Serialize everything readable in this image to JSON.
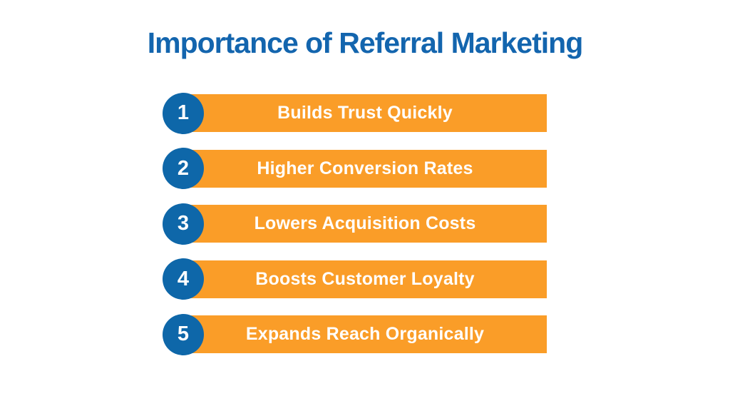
{
  "page": {
    "background_color": "#ffffff"
  },
  "title": {
    "text": "Importance of Referral Marketing",
    "color": "#1365AE"
  },
  "colors": {
    "bar_background": "#FA9D28",
    "badge_background": "#0E67A9",
    "bar_text": "#FFFFFF",
    "badge_text": "#FFFFFF"
  },
  "items": [
    {
      "number": "1",
      "label": "Builds Trust Quickly"
    },
    {
      "number": "2",
      "label": "Higher Conversion Rates"
    },
    {
      "number": "3",
      "label": "Lowers Acquisition Costs"
    },
    {
      "number": "4",
      "label": "Boosts Customer Loyalty"
    },
    {
      "number": "5",
      "label": "Expands Reach Organically"
    }
  ]
}
